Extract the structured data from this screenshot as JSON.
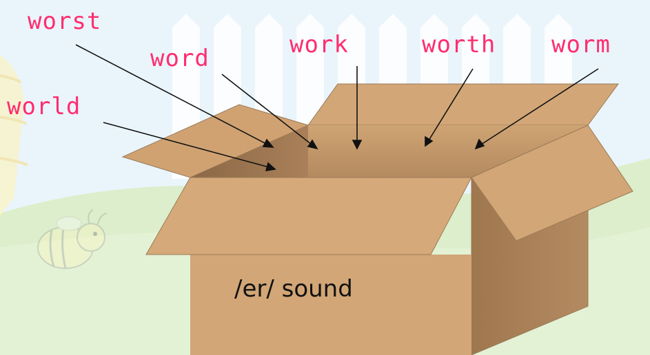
{
  "words": [
    {
      "id": "worst",
      "text": "worst"
    },
    {
      "id": "word",
      "text": "word"
    },
    {
      "id": "work",
      "text": "work"
    },
    {
      "id": "worth",
      "text": "worth"
    },
    {
      "id": "worm",
      "text": "worm"
    },
    {
      "id": "world",
      "text": "world"
    }
  ],
  "box": {
    "label": "/er/ sound"
  },
  "colors": {
    "word_text": "#ff2d6f",
    "box_main": "#d2a676",
    "box_dark": "#a87c52",
    "box_inside": "#b38a5f",
    "arrow": "#111111",
    "sky": "#eaf4fb",
    "grass": "#d8ecc0"
  },
  "decor": {
    "icons": [
      "bee-icon",
      "beehive-icon",
      "fence-icon",
      "hills-icon"
    ]
  }
}
